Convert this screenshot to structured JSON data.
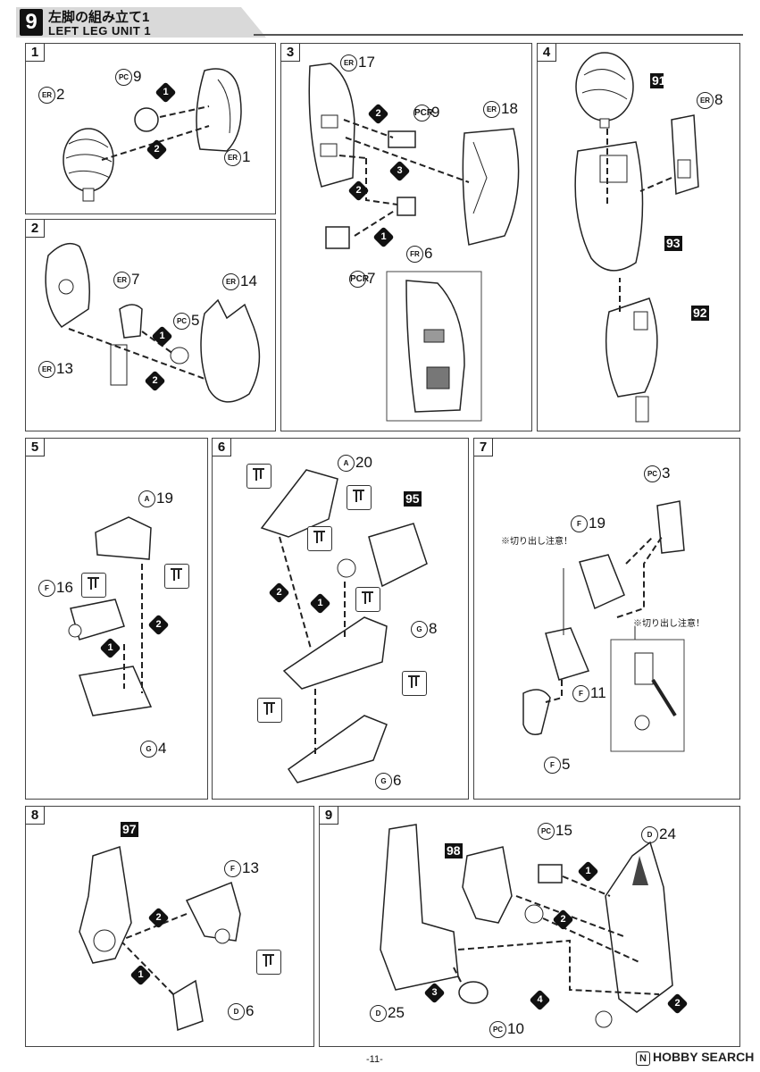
{
  "header": {
    "step": "9",
    "title_jp": "左脚の組み立て1",
    "title_en": "LEFT LEG UNIT 1"
  },
  "panels": [
    {
      "num": "1",
      "labels": [
        {
          "code": "ER",
          "num": "2"
        },
        {
          "code": "PC",
          "num": "9"
        },
        {
          "code": "ER",
          "num": "1"
        }
      ],
      "order": [
        "1",
        "2"
      ]
    },
    {
      "num": "2",
      "labels": [
        {
          "code": "ER",
          "num": "7"
        },
        {
          "code": "ER",
          "num": "14"
        },
        {
          "code": "PC",
          "num": "5"
        },
        {
          "code": "ER",
          "num": "13"
        }
      ],
      "order": [
        "1",
        "2"
      ]
    },
    {
      "num": "3",
      "labels": [
        {
          "code": "ER",
          "num": "17"
        },
        {
          "code": "PCR",
          "num": "9"
        },
        {
          "code": "ER",
          "num": "18"
        },
        {
          "code": "FR",
          "num": "6"
        },
        {
          "code": "PCR",
          "num": "7"
        }
      ],
      "order": [
        "2",
        "3",
        "2",
        "1"
      ]
    },
    {
      "num": "4",
      "labels": [
        {
          "code": "ER",
          "num": "8"
        }
      ],
      "subassemblies": [
        "91",
        "93",
        "92"
      ]
    },
    {
      "num": "5",
      "labels": [
        {
          "code": "A",
          "num": "19"
        },
        {
          "code": "F",
          "num": "16"
        },
        {
          "code": "G",
          "num": "4"
        }
      ],
      "order": [
        "2",
        "1"
      ]
    },
    {
      "num": "6",
      "labels": [
        {
          "code": "A",
          "num": "20"
        },
        {
          "code": "G",
          "num": "8"
        },
        {
          "code": "G",
          "num": "6"
        }
      ],
      "subassemblies": [
        "95"
      ],
      "order": [
        "2",
        "1"
      ]
    },
    {
      "num": "7",
      "labels": [
        {
          "code": "PC",
          "num": "3"
        },
        {
          "code": "F",
          "num": "19"
        },
        {
          "code": "F",
          "num": "11"
        },
        {
          "code": "F",
          "num": "5"
        }
      ],
      "notes": [
        "※切り出し注意！",
        "※切り出し注意！"
      ]
    },
    {
      "num": "8",
      "labels": [
        {
          "code": "F",
          "num": "13"
        },
        {
          "code": "D",
          "num": "6"
        }
      ],
      "subassemblies": [
        "97"
      ],
      "order": [
        "2",
        "1"
      ]
    },
    {
      "num": "9",
      "labels": [
        {
          "code": "PC",
          "num": "15"
        },
        {
          "code": "D",
          "num": "24"
        },
        {
          "code": "D",
          "num": "25"
        },
        {
          "code": "PC",
          "num": "10"
        }
      ],
      "subassemblies": [
        "98"
      ],
      "order": [
        "1",
        "2",
        "3",
        "4",
        "2"
      ]
    }
  ],
  "footer": {
    "page": "-11-",
    "watermark": "HOBBY SEARCH",
    "watermark_icon": "N"
  }
}
